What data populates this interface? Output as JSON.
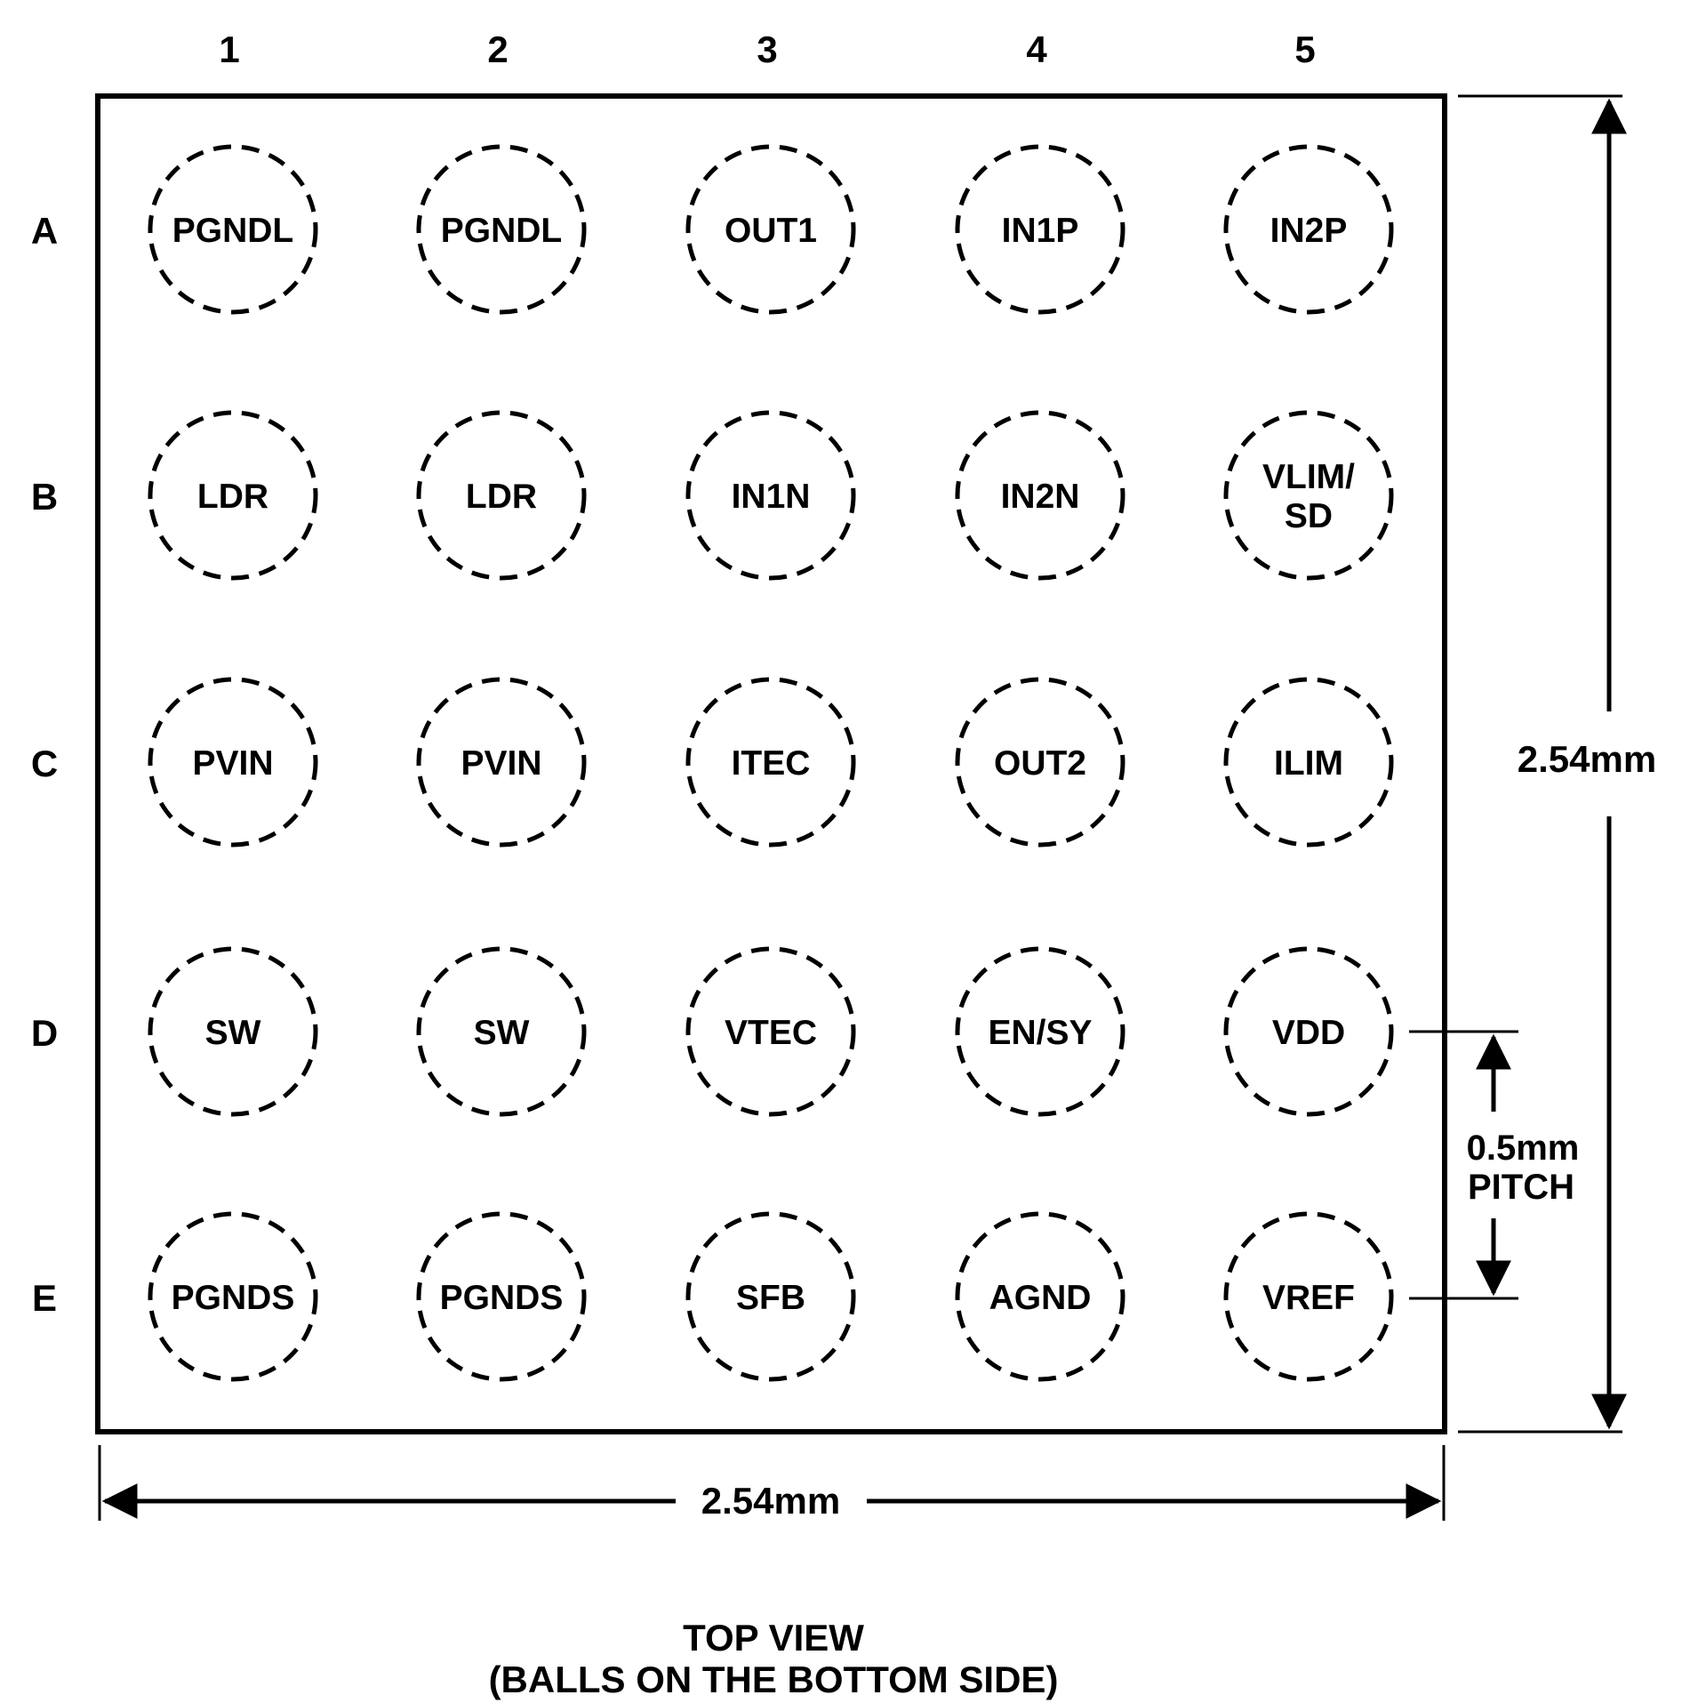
{
  "columns": [
    "1",
    "2",
    "3",
    "4",
    "5"
  ],
  "rows": [
    {
      "label": "A",
      "balls": [
        "PGNDL",
        "PGNDL",
        "OUT1",
        "IN1P",
        "IN2P"
      ]
    },
    {
      "label": "B",
      "balls": [
        "LDR",
        "LDR",
        "IN1N",
        "IN2N",
        "VLIM/\nSD"
      ]
    },
    {
      "label": "C",
      "balls": [
        "PVIN",
        "PVIN",
        "ITEC",
        "OUT2",
        "ILIM"
      ]
    },
    {
      "label": "D",
      "balls": [
        "SW",
        "SW",
        "VTEC",
        "EN/SY",
        "VDD"
      ]
    },
    {
      "label": "E",
      "balls": [
        "PGNDS",
        "PGNDS",
        "SFB",
        "AGND",
        "VREF"
      ]
    }
  ],
  "dimensions": {
    "width_label": "2.54mm",
    "height_label": "2.54mm",
    "pitch_label_line1": "0.5mm",
    "pitch_label_line2": "PITCH"
  },
  "caption": {
    "line1": "TOP VIEW",
    "line2": "(BALLS ON THE BOTTOM SIDE)"
  }
}
